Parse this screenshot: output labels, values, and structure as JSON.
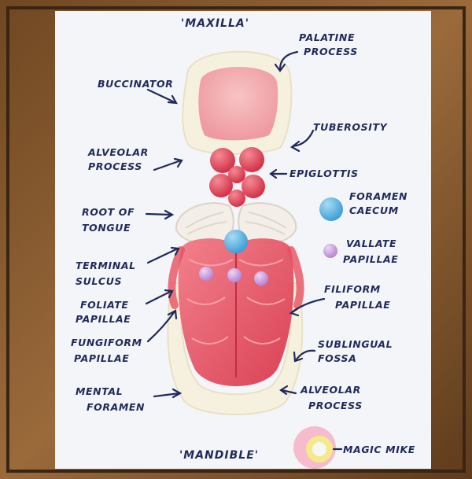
{
  "labels": {
    "maxilla": "'MAXILLA'",
    "mandible": "'MANDIBLE'",
    "palatine_1": "PALATINE",
    "palatine_2": "PROCESS",
    "buccinator": "BUCCINATOR",
    "tuberosity": "TUBEROSITY",
    "alveolar_top_1": "ALVEOLAR",
    "alveolar_top_2": "PROCESS",
    "epiglottis": "EPIGLOTTIS",
    "foramen_caecum_1": "FORAMEN",
    "foramen_caecum_2": "CAECUM",
    "root_1": "ROOT OF",
    "root_2": "TONGUE",
    "vallate_1": "VALLATE",
    "vallate_2": "PAPILLAE",
    "terminal_1": "TERMINAL",
    "terminal_2": "SULCUS",
    "filiform_1": "FILIFORM",
    "filiform_2": "PAPILLAE",
    "foliate_1": "FOLIATE",
    "foliate_2": "PAPILLAE",
    "fungiform_1": "FUNGIFORM",
    "fungiform_2": "PAPILLAE",
    "sublingual_1": "SUBLINGUAL",
    "sublingual_2": "FOSSA",
    "mental_1": "MENTAL",
    "mental_2": "FORAMEN",
    "alveolar_bottom_1": "ALVEOLAR",
    "alveolar_bottom_2": "PROCESS",
    "magic_mike": "MAGIC MIKE"
  },
  "colors": {
    "wood": "#8a5f33",
    "paper": "#f4f5f8",
    "ink": "#1f2a5c",
    "gum_pink": "#f2a6ab",
    "gum_white": "#f6f1df",
    "candy_red": "#e24a5a",
    "tongue_red": "#e8505f",
    "blue_sweet": "#5fb8e6",
    "purple_sweet": "#c7a0dd"
  }
}
